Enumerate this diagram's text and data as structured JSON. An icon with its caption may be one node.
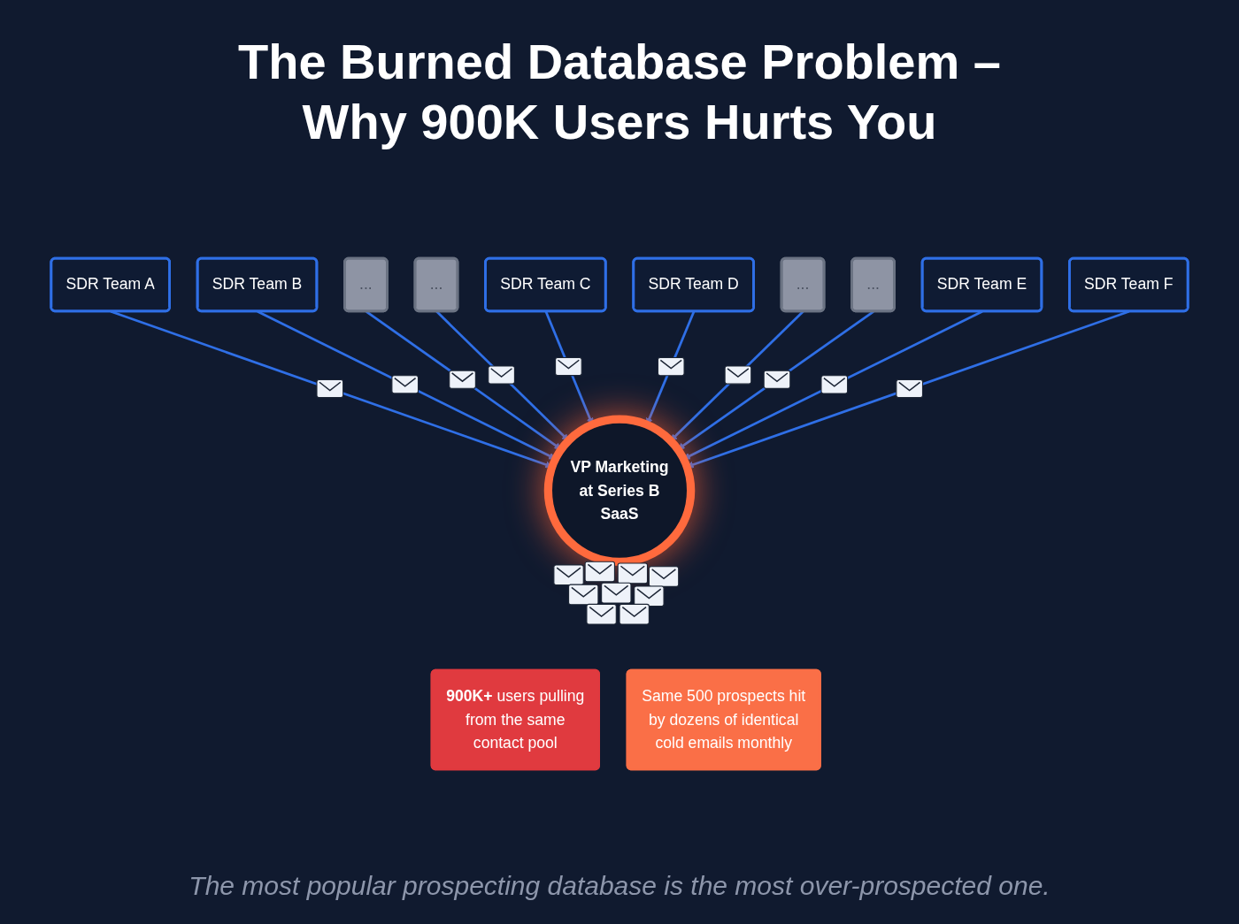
{
  "diagram": {
    "title": "The Burned Database Problem – Why 900K Users Hurts You",
    "caption": "The most popular prospecting database is the most over-prospected one.",
    "nodes": [
      {
        "text": [
          "SDR Team A"
        ]
      },
      {
        "text": [
          "SDR Team B"
        ]
      },
      {
        "text": [
          "..."
        ]
      },
      {
        "text": [
          "..."
        ]
      },
      {
        "text": [
          "SDR Team C"
        ]
      },
      {
        "text": [
          "VP Marketing at Series B SaaS"
        ]
      },
      {
        "text": [
          "SDR Team D"
        ]
      },
      {
        "text": [
          "..."
        ]
      },
      {
        "text": [
          "..."
        ]
      },
      {
        "text": [
          "SDR Team E"
        ]
      },
      {
        "text": [
          "SDR Team F"
        ]
      },
      {
        "text": [
          "**900K+** users pulling from the same contact pool"
        ]
      },
      {
        "text": [
          "Same 500 prospects hit by dozens of identical cold emails monthly"
        ]
      }
    ],
    "edges": [
      {
        "from": 0,
        "to": 5,
        "arrow": "to"
      },
      {
        "from": 1,
        "to": 5,
        "arrow": "to"
      },
      {
        "from": 2,
        "to": 5,
        "arrow": "to"
      },
      {
        "from": 3,
        "to": 5,
        "arrow": "to"
      },
      {
        "from": 4,
        "to": 5,
        "arrow": "to"
      },
      {
        "from": 6,
        "to": 5,
        "arrow": "to"
      },
      {
        "from": 7,
        "to": 5,
        "arrow": "to"
      },
      {
        "from": 8,
        "to": 5,
        "arrow": "to"
      },
      {
        "from": 9,
        "to": 5,
        "arrow": "to"
      },
      {
        "from": 10,
        "to": 5,
        "arrow": "to"
      }
    ]
  }
}
